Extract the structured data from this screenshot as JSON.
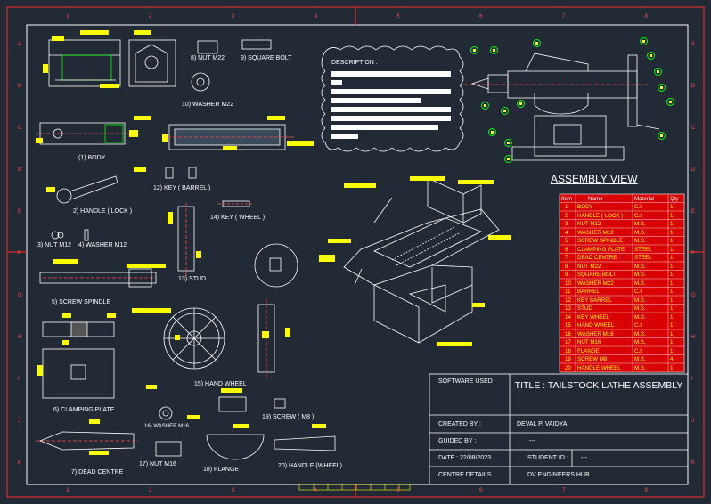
{
  "parts": {
    "body": "(1) BODY",
    "handle_lock": "2) HANDLE ( LOCK )",
    "nut_m12": "3) NUT M12",
    "washer_m12": "4) WASHER M12",
    "screw_spindle": "5) SCREW SPINDLE",
    "clamping_plate": "6) CLAMPING PLATE",
    "dead_centre": "7) DEAD CENTRE",
    "nut_m22": "8) NUT M22",
    "square_bolt": "9) SQUARE BOLT",
    "washer_m22": "10) WASHER M22",
    "key_barrel": "12) KEY ( BARREL )",
    "stud": "13) STUD",
    "key_wheel": "14) KEY ( WHEEL )",
    "hand_wheel": "15) HAND WHEEL",
    "washer_m16": "16) WASHER M16",
    "nut_m16": "17) NUT M16",
    "flange": "18) FLANGE",
    "screw_m8": "19) SCREW ( M8 )",
    "handle_wheel": "20) HANDLE (WHEEL)"
  },
  "description_label": "DESCRIPTION :",
  "assembly_view_label": "ASSEMBLY VIEW",
  "bom": {
    "headers": [
      "Item",
      "Name",
      "Material",
      "Qty"
    ],
    "rows": [
      [
        "1",
        "BODY",
        "C.I.",
        "1"
      ],
      [
        "2",
        "HANDLE ( LOCK )",
        "C.I.",
        "1"
      ],
      [
        "3",
        "NUT M12",
        "M.S.",
        "1"
      ],
      [
        "4",
        "WASHER M12",
        "M.S.",
        "1"
      ],
      [
        "5",
        "SCREW SPINDLE",
        "M.S.",
        "1"
      ],
      [
        "6",
        "CLAMPING PLATE",
        "STEEL",
        "1"
      ],
      [
        "7",
        "DEAD CENTRE",
        "STEEL",
        "1"
      ],
      [
        "8",
        "NUT M22",
        "M.S.",
        "1"
      ],
      [
        "9",
        "SQUARE BOLT",
        "M.S.",
        "1"
      ],
      [
        "10",
        "WASHER M22",
        "M.S.",
        "1"
      ],
      [
        "11",
        "BARREL",
        "C.I.",
        "1"
      ],
      [
        "12",
        "KEY BARREL",
        "M.S.",
        "1"
      ],
      [
        "13",
        "STUD",
        "M.S.",
        "1"
      ],
      [
        "14",
        "KEY WHEEL",
        "M.S.",
        "1"
      ],
      [
        "15",
        "HAND WHEEL",
        "C.I.",
        "1"
      ],
      [
        "16",
        "WASHER M16",
        "M.S.",
        "1"
      ],
      [
        "17",
        "NUT M16",
        "M.S.",
        "1"
      ],
      [
        "18",
        "FLANGE",
        "C.I.",
        "1"
      ],
      [
        "19",
        "SCREW M8",
        "M.S.",
        "4"
      ],
      [
        "20",
        "HANDLE WHEEL",
        "M.S.",
        "1"
      ]
    ]
  },
  "title_block": {
    "software_label": "SOFTWARE USED",
    "title": "TITLE : TAILSTOCK LATHE ASSEMBLY",
    "created_by_label": "CREATED BY :",
    "created_by_value": "DEVAL P. VAIDYA",
    "guided_by_label": "GUIDED BY :",
    "guided_by_value": "---",
    "date_label": "DATE : 22/08/2023",
    "student_id_label": "STUDENT ID :",
    "student_id_value": "---",
    "centre_label": "CENTRE DETAILS :",
    "centre_value": "DV ENGINEERS HUB"
  },
  "zones": {
    "columns": [
      "1",
      "2",
      "3",
      "4",
      "5",
      "6",
      "7",
      "8"
    ],
    "rows": [
      "A",
      "B",
      "C",
      "D",
      "E",
      "F",
      "G",
      "H",
      "I",
      "J",
      "K"
    ]
  }
}
